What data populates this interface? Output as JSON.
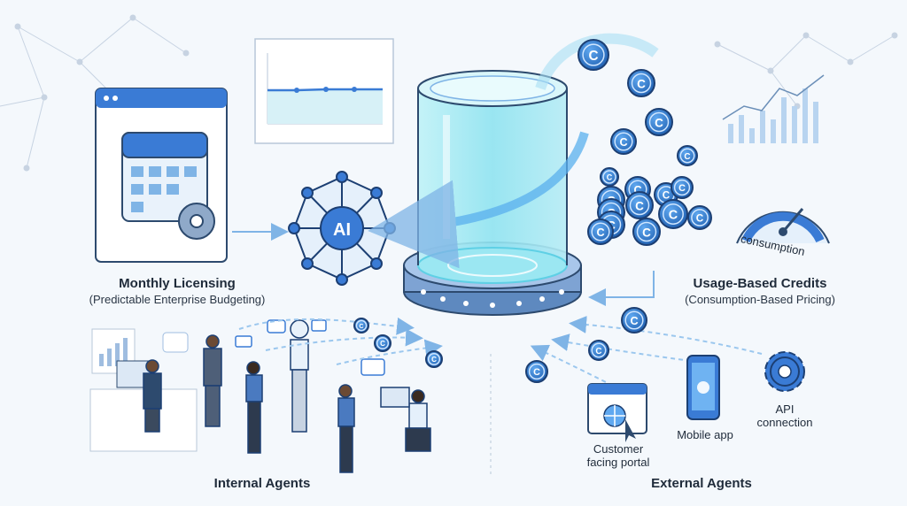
{
  "diagram": {
    "core_label": "AI",
    "monthly": {
      "title": "Monthly Licensing",
      "subtitle": "(Predictable Enterprise Budgeting)"
    },
    "usage": {
      "title": "Usage-Based Credits",
      "subtitle": "(Consumption-Based Pricing)",
      "gauge_label": "consumption"
    },
    "internal": {
      "title": "Internal Agents"
    },
    "external": {
      "title": "External Agents",
      "channels": {
        "portal_line1": "Customer",
        "portal_line2": "facing portal",
        "mobile": "Mobile app",
        "api_line1": "API",
        "api_line2": "connection"
      }
    },
    "coin_glyph": "C",
    "colors": {
      "accent": "#3a7bd5",
      "glass": "#8fe3f0",
      "dark": "#1c3f73",
      "line": "#6b7f99"
    }
  }
}
